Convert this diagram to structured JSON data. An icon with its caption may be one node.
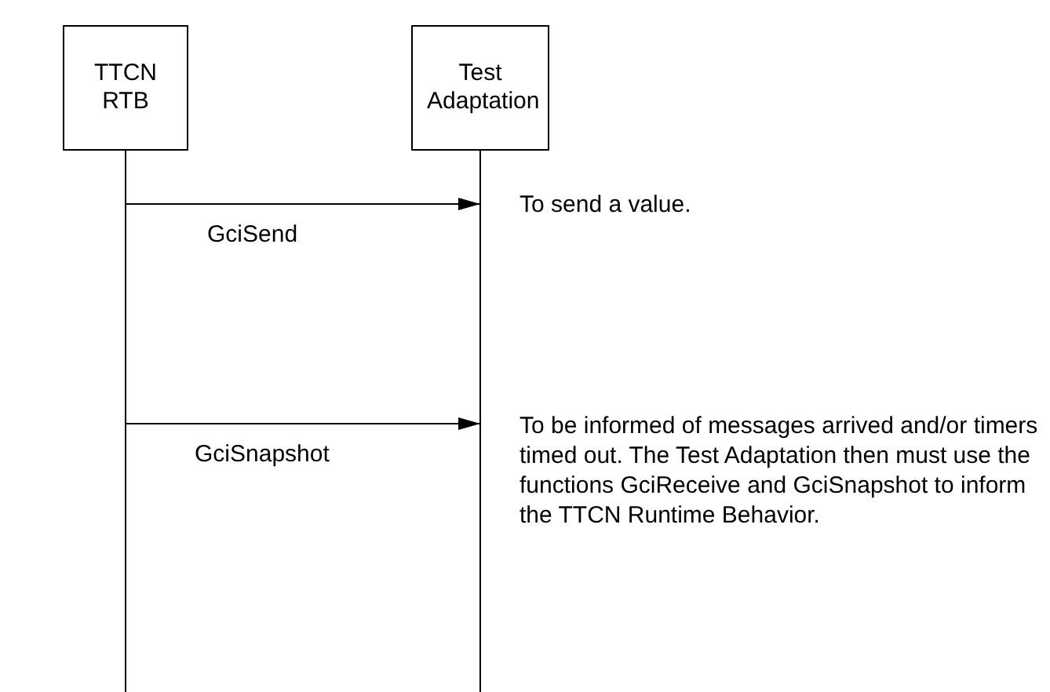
{
  "diagram": {
    "nodes": [
      {
        "text": [
          "TTCN RTB"
        ]
      },
      {
        "text": [
          "Test Adaptation"
        ]
      }
    ],
    "edges": [
      {
        "from": 0,
        "to": 1,
        "arrow": "to",
        "label": "GciSend"
      },
      {
        "from": 0,
        "to": 1,
        "arrow": "to",
        "label": "GciSnapshot"
      }
    ],
    "labels": [
      "To send a value.",
      "To be informed of messages arrived and/or timers timed out. The Test Adaptation then must use the functions GciReceive and GciSnapshot to inform the TTCN Runtime Behavior."
    ]
  }
}
